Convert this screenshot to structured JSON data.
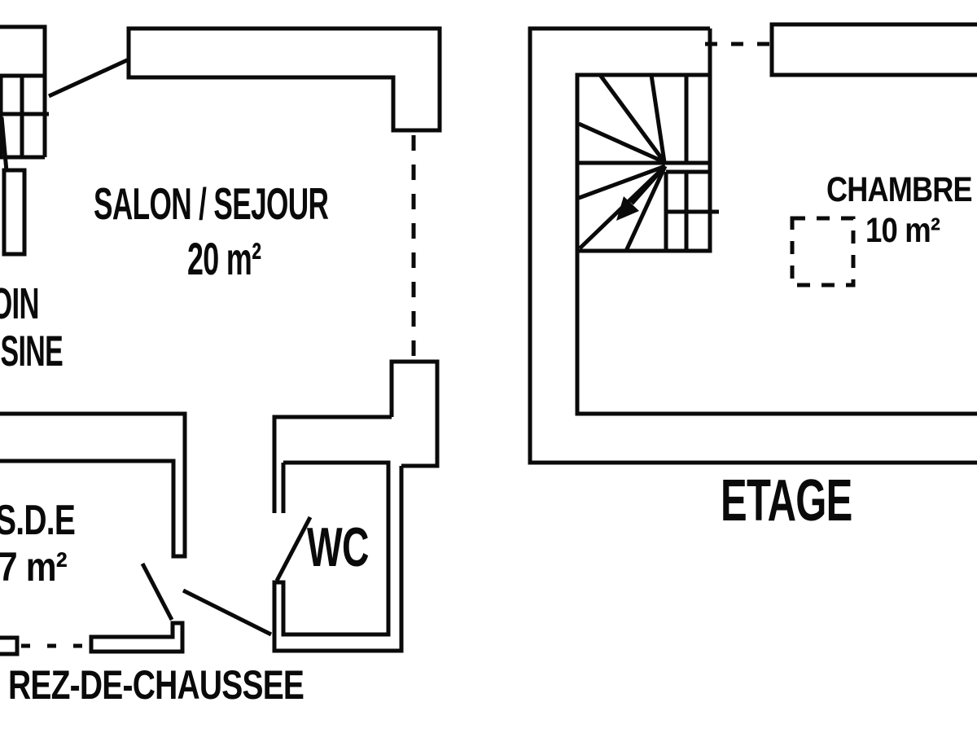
{
  "document": {
    "type": "floor-plan",
    "ink_color": "#0a0a0a",
    "background_color": "#ffffff"
  },
  "ground": {
    "title": "REZ-DE-CHAUSSEE",
    "salon": {
      "name": "SALON / SEJOUR",
      "area": "20 m²"
    },
    "kitchen": {
      "line1": "COIN",
      "line2": "CUISINE"
    },
    "sde": {
      "name": "S.D.E",
      "area": "7 m²"
    },
    "wc": {
      "name": "WC"
    }
  },
  "upper": {
    "title": "ETAGE",
    "chambre": {
      "name": "CHAMBRE",
      "area": "10 m²"
    }
  }
}
